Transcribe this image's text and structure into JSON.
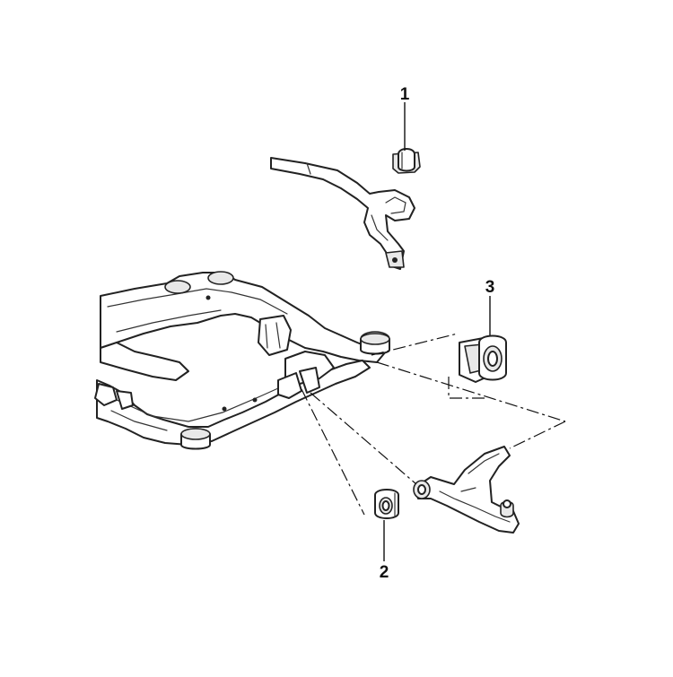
{
  "callouts": [
    {
      "id": "callout-1",
      "label": "1",
      "part": "stabilizer-bar-bushing"
    },
    {
      "id": "callout-2",
      "label": "2",
      "part": "front-control-arm-bushing"
    },
    {
      "id": "callout-3",
      "label": "3",
      "part": "rear-control-arm-bushing"
    }
  ],
  "colors": {
    "line": "#222222",
    "background": "#ffffff",
    "shade": "#e8e8e8"
  }
}
